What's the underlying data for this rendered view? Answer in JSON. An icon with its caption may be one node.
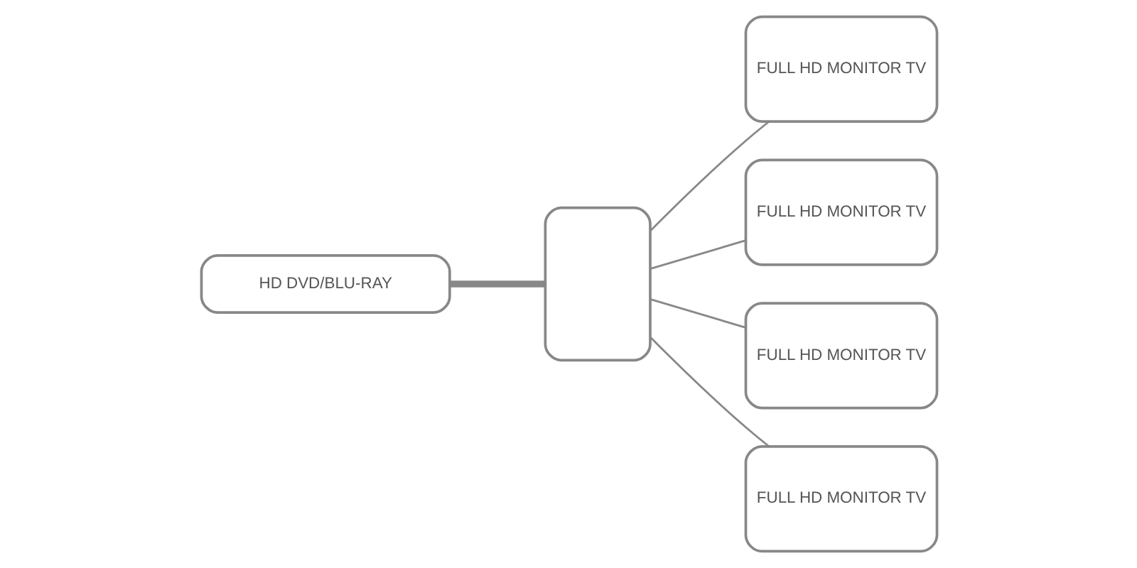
{
  "diagram": {
    "nodes": [
      {
        "text": [
          "HD DVD/BLU-RAY"
        ]
      },
      {
        "text": [],
        "shape": "box"
      },
      {
        "text": [
          "FULL HD MONITOR TV"
        ]
      },
      {
        "text": [
          "FULL HD MONITOR TV"
        ]
      },
      {
        "text": [
          "FULL HD MONITOR TV"
        ]
      },
      {
        "text": [
          "FULL HD MONITOR TV"
        ]
      }
    ],
    "edges": [
      {
        "from": 0,
        "to": 1,
        "arrow": "none",
        "style": "thick"
      },
      {
        "from": 1,
        "to": 2,
        "arrow": "none"
      },
      {
        "from": 1,
        "to": 3,
        "arrow": "none"
      },
      {
        "from": 1,
        "to": 4,
        "arrow": "none"
      },
      {
        "from": 1,
        "to": 5,
        "arrow": "none"
      }
    ]
  }
}
